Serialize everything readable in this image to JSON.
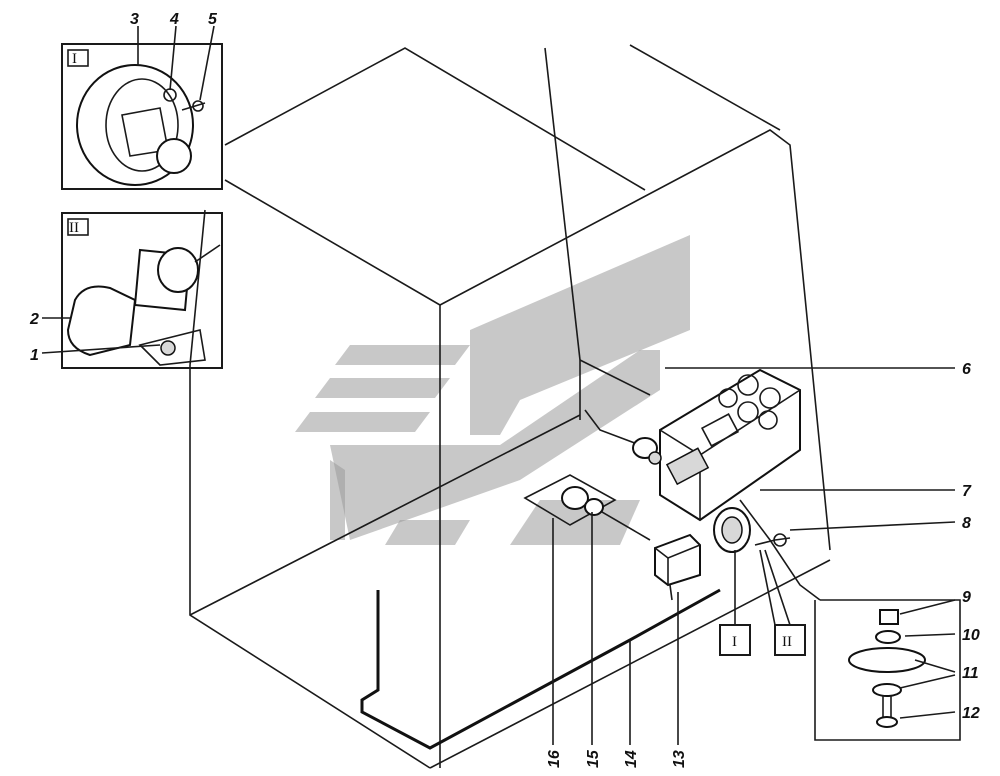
{
  "diagram": {
    "callouts": [
      "1",
      "2",
      "3",
      "4",
      "5",
      "6",
      "7",
      "8",
      "9",
      "10",
      "11",
      "12",
      "13",
      "14",
      "15",
      "16"
    ],
    "insets": {
      "first": "I",
      "second": "II"
    },
    "view_markers": {
      "first": "I",
      "second": "II"
    }
  },
  "colors": {
    "line": "#111111",
    "watermark": "#9a9a9a",
    "background": "#ffffff"
  }
}
